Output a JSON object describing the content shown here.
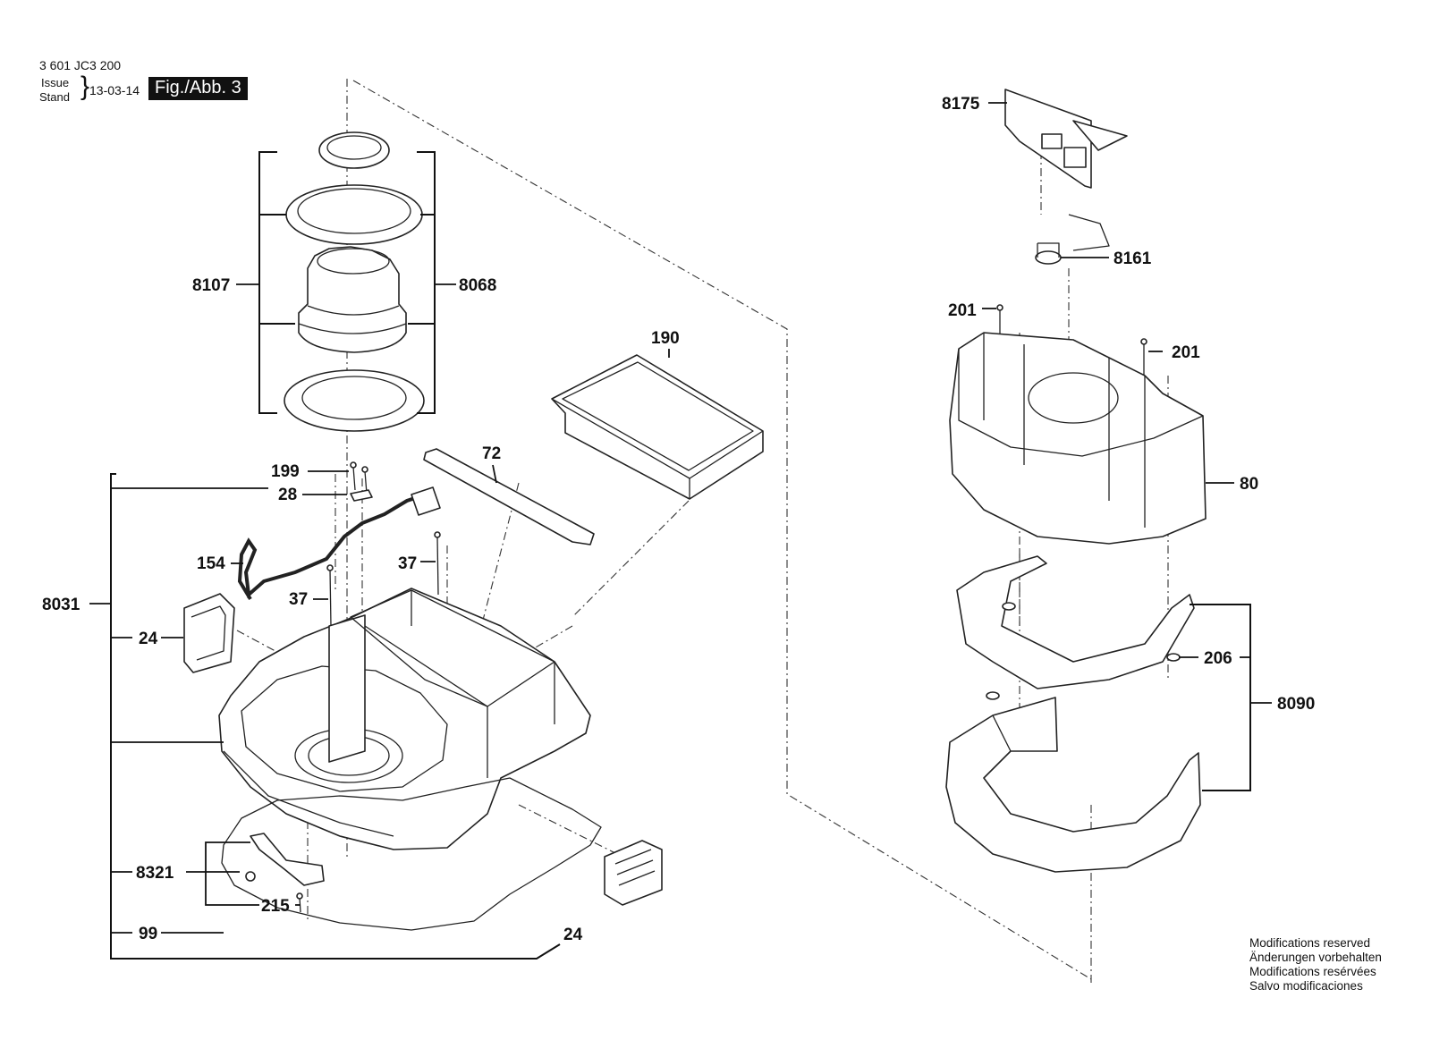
{
  "header": {
    "doc_number": "3 601 JC3 200",
    "issue_label": "Issue",
    "stand_label": "Stand",
    "issue_date": "13-03-14",
    "figure_label": "Fig./Abb. 3"
  },
  "callouts": {
    "c8107": "8107",
    "c8068": "8068",
    "c190": "190",
    "c199": "199",
    "c28": "28",
    "c72": "72",
    "c154": "154",
    "c37a": "37",
    "c37b": "37",
    "c8031": "8031",
    "c24a": "24",
    "c8321": "8321",
    "c215": "215",
    "c99": "99",
    "c24b": "24",
    "c8175": "8175",
    "c8161": "8161",
    "c201a": "201",
    "c201b": "201",
    "c80": "80",
    "c206": "206",
    "c8090": "8090"
  },
  "notes": [
    "Modifications reserved",
    "Änderungen vorbehalten",
    "Modifications resérvées",
    "Salvo modificaciones"
  ]
}
